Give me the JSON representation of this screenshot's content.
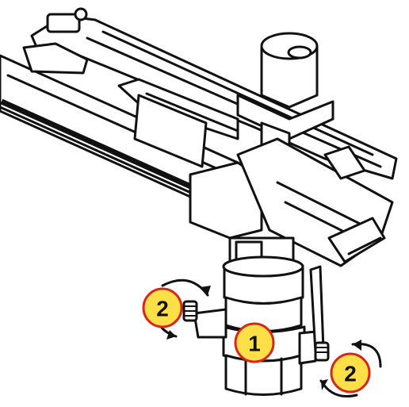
{
  "colors": {
    "callout_fill": "#fde047",
    "callout_stroke": "#d9261c",
    "line": "#111111",
    "background": "#ffffff"
  },
  "callouts": [
    {
      "id": "left-screw",
      "label": "2"
    },
    {
      "id": "center-nut",
      "label": "1"
    },
    {
      "id": "right-screw",
      "label": "2"
    }
  ]
}
